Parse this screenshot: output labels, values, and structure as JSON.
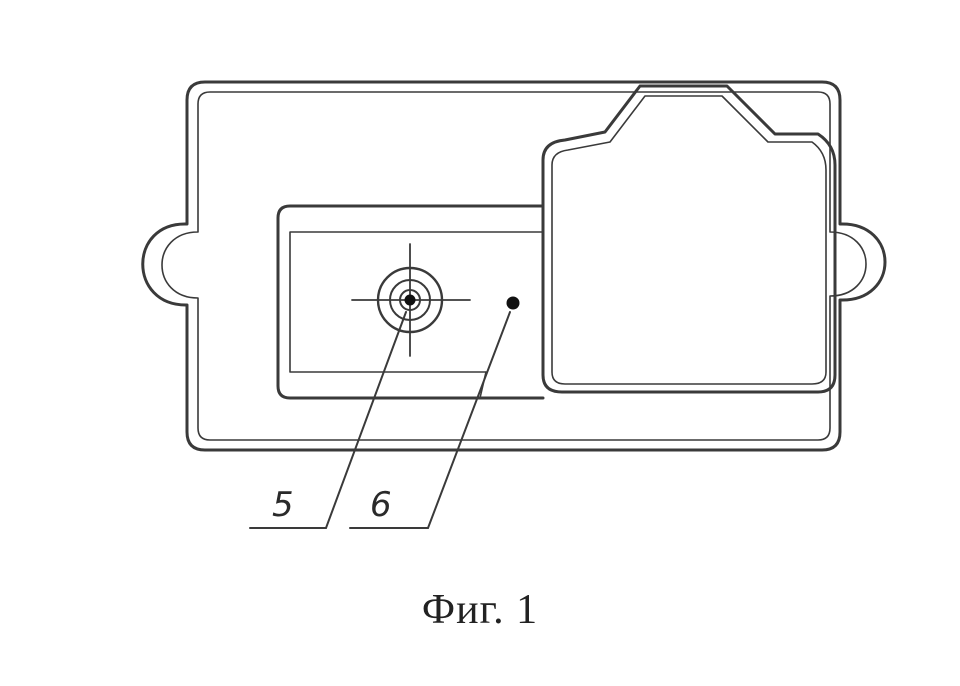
{
  "figure": {
    "callouts": [
      {
        "id": "5",
        "label": "5"
      },
      {
        "id": "6",
        "label": "6"
      }
    ],
    "caption": "Фиг. 1"
  },
  "colors": {
    "line": "#3a3a3a",
    "background": "#ffffff",
    "text": "#222222"
  }
}
